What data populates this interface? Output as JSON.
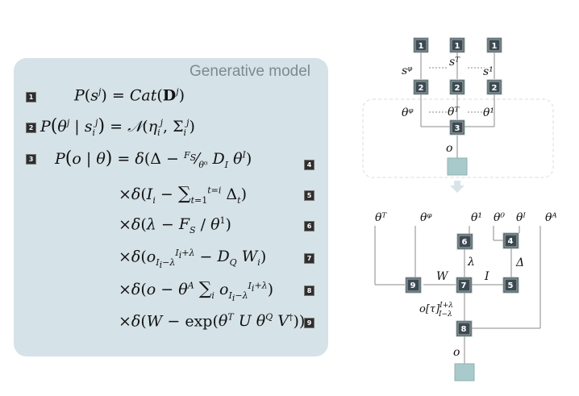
{
  "panel": {
    "title": "Generative model"
  },
  "equations": [
    {
      "badge": "1"
    },
    {
      "badge": "2"
    },
    {
      "badge": "3"
    },
    {
      "badge": "4"
    },
    {
      "badge": "5"
    },
    {
      "badge": "6"
    },
    {
      "badge": "7"
    },
    {
      "badge": "8"
    },
    {
      "badge": "9"
    }
  ],
  "top_graph": {
    "states": [
      "sᵠ",
      "sᵀ",
      "s¹"
    ],
    "params": [
      "θᵠ",
      "θᵀ",
      "θ¹"
    ],
    "obs": "o",
    "badge_top": "1",
    "badge_mid": "2",
    "badge_bottom": "3"
  },
  "bottom_graph": {
    "params": [
      "θᵀ",
      "θᵠ",
      "θ¹",
      "θ⁰",
      "θᴵ",
      "θᴬ"
    ],
    "nodes": [
      "6",
      "4",
      "9",
      "7",
      "5",
      "8"
    ],
    "W": "W",
    "I": "I",
    "lambda": "λ",
    "Delta": "Δ",
    "o": "o"
  },
  "colors": {
    "panel_bg": "#d5e2e8",
    "node_fill": "#3b4a52",
    "obs_fill": "#a9cacb",
    "dashed_box": "#e4e9eb"
  }
}
